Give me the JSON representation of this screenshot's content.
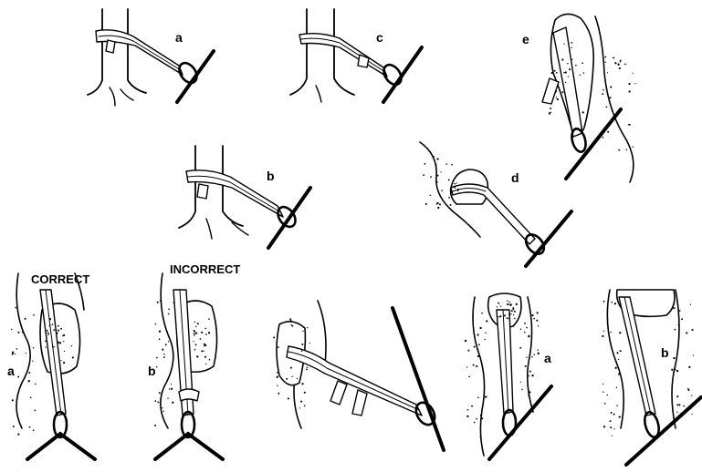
{
  "labels": {
    "tree_a": "a",
    "tree_b": "b",
    "tree_c": "c",
    "horn_d": "d",
    "flake_e": "e",
    "correct_title": "CORRECT",
    "correct_letter": "a",
    "incorrect_title": "INCORRECT",
    "incorrect_letter": "b",
    "chock_a": "a",
    "chock_b": "b"
  }
}
